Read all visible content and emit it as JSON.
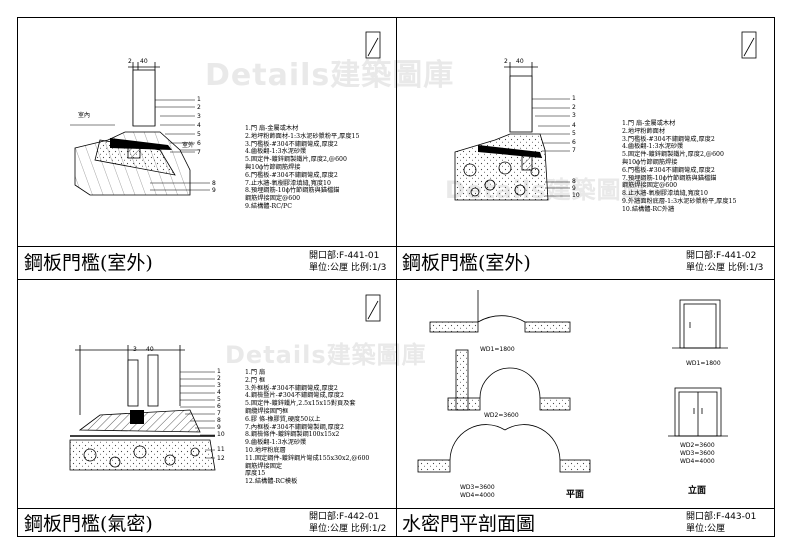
{
  "watermark": "Details建築圖庫",
  "panels": [
    {
      "title": "鋼板門檻(室外)",
      "code": "開口部:F-441-01",
      "unit": "單位:公厘  比例:1/3",
      "labels": {
        "indoor": "室內",
        "outdoor": "室外",
        "dim": "40",
        "dim2": "2"
      },
      "callouts": [
        "1",
        "2",
        "3",
        "4",
        "5",
        "6",
        "7",
        "8",
        "9"
      ],
      "notes": [
        "1.門 扇-金屬或木材",
        "2.地坪粉飾面材-1:3水泥砂漿粉平,厚度15",
        "3.門檻板-#304不鏽鋼彎成,厚度2",
        "4.齒板翻-1:3水泥砂漿",
        "5.固定件-鍍鋅鋼製鐵片,厚度2,@600",
        "     與10ϕ竹節鋼筋焊接",
        "6.門檻板-#304不鏽鋼彎成,厚度2",
        "7.止水牆-氧樹膠漆填縫,寬度10",
        "8.預埋鋼筋-10ϕ竹節鋼筋與錨檔錨",
        "     鋼筋焊接固定@600",
        "9.結構體-RC/PC"
      ]
    },
    {
      "title": "鋼板門檻(室外)",
      "code": "開口部:F-441-02",
      "unit": "單位:公厘  比例:1/3",
      "labels": {
        "dim": "40",
        "dim2": "2"
      },
      "callouts": [
        "1",
        "2",
        "3",
        "4",
        "5",
        "6",
        "7",
        "8",
        "9",
        "10"
      ],
      "notes": [
        "1.門 扇-金屬或木材",
        "2.地坪粉飾面材",
        "3.門檻板-#304不鏽鋼彎成,厚度2",
        "4.齒板翻-1:3水泥砂漿",
        "5.固定件-鍍鋅鋼製鐵片,厚度2,@600",
        "     與10ϕ竹節鋼筋焊接",
        "6.門檻板-#304不鏽鋼彎成,厚度2",
        "7.預埋鋼筋-10ϕ竹節鋼筋與錨檔錨",
        "     鋼筋焊接固定@600",
        "8.止水牆-氧樹膠漆填縫,寬度10",
        "9.外牆面粉底層-1:3水泥砂漿粉平,厚度15",
        "10.結構體-RC外牆"
      ]
    },
    {
      "title": "鋼板門檻(氣密)",
      "code": "開口部:F-442-01",
      "unit": "單位:公厘  比例:1/2",
      "labels": {
        "dim": "40",
        "dim2": "3"
      },
      "callouts": [
        "1",
        "2",
        "3",
        "4",
        "5",
        "6",
        "7",
        "8",
        "9",
        "10",
        "11",
        "12"
      ],
      "notes": [
        "1.門 扇",
        "2.門 框",
        "3.外框板-#304不鏽鋼彎成,厚度2",
        "4.鋼檢暨片-#304不鏽鋼彎成,厚度2",
        "5.固定件-鍍鋅鐵片,2.5x15x15對頁及套",
        "     鋼纜焊接固門框",
        "6.膠 條-橡膠質,硬度50以上",
        "7.內框板-#304不鏽鋼彎製鋼,厚度2",
        "8.鋼檢條件-鍍鋅鋼製鋼100x15x2",
        "9.齒板翻-1:3水泥砂漿",
        "10.地坪粉底層",
        "11.固定鋼件-鍍鋅鋼片彎成155x30x2,@600",
        "     鋼筋焊接固定",
        "     厚度15",
        "12.結構體-RC模板"
      ]
    },
    {
      "title": "水密門平剖面圖",
      "code": "開口部:F-443-01",
      "unit": "單位:公厘",
      "plan_label": "平面",
      "elev_label": "立面",
      "dims": {
        "wd1_plan": "WD1=1800",
        "wd2_plan": "WD2=3600",
        "wd3_plan": "WD3=3600",
        "wd4_plan": "WD4=4000",
        "wd1_elev": "WD1=1800",
        "wd2_elev": "WD2=3600",
        "wd3_elev": "WD3=3600",
        "wd4_elev": "WD4=4000"
      }
    }
  ]
}
